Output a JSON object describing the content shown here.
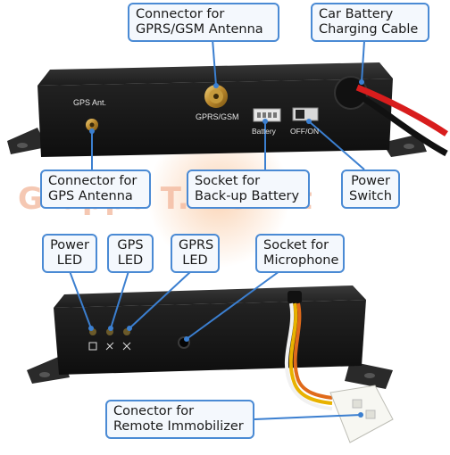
{
  "watermark": "Gruppo T.A.S. .it",
  "device_labels": {
    "gps_ant": "GPS Ant.",
    "gprs_gsm": "GPRS/GSM",
    "battery": "Battery",
    "off_on": "OFF/ON"
  },
  "callouts": {
    "gprs_gsm_antenna": [
      "Connector for",
      "GPRS/GSM Antenna"
    ],
    "car_battery": [
      "Car Battery",
      "Charging Cable"
    ],
    "gps_antenna": [
      "Connector for",
      "GPS Antenna"
    ],
    "backup_battery": [
      "Socket for",
      "Back-up Battery"
    ],
    "power_switch": [
      "Power",
      "Switch"
    ],
    "power_led": [
      "Power",
      "LED"
    ],
    "gps_led": [
      "GPS",
      "LED"
    ],
    "gprs_led": [
      "GPRS",
      "LED"
    ],
    "microphone": [
      "Socket for",
      "Microphone"
    ],
    "immobilizer": [
      "Conector for",
      "Remote Immobilizer"
    ]
  },
  "colors": {
    "callout_border": "#4a8ad4",
    "callout_fill": "#f4f8fd",
    "leader": "#3b7fd0",
    "device_body": "#1b1b1b",
    "watermark": "#f1b59a"
  }
}
